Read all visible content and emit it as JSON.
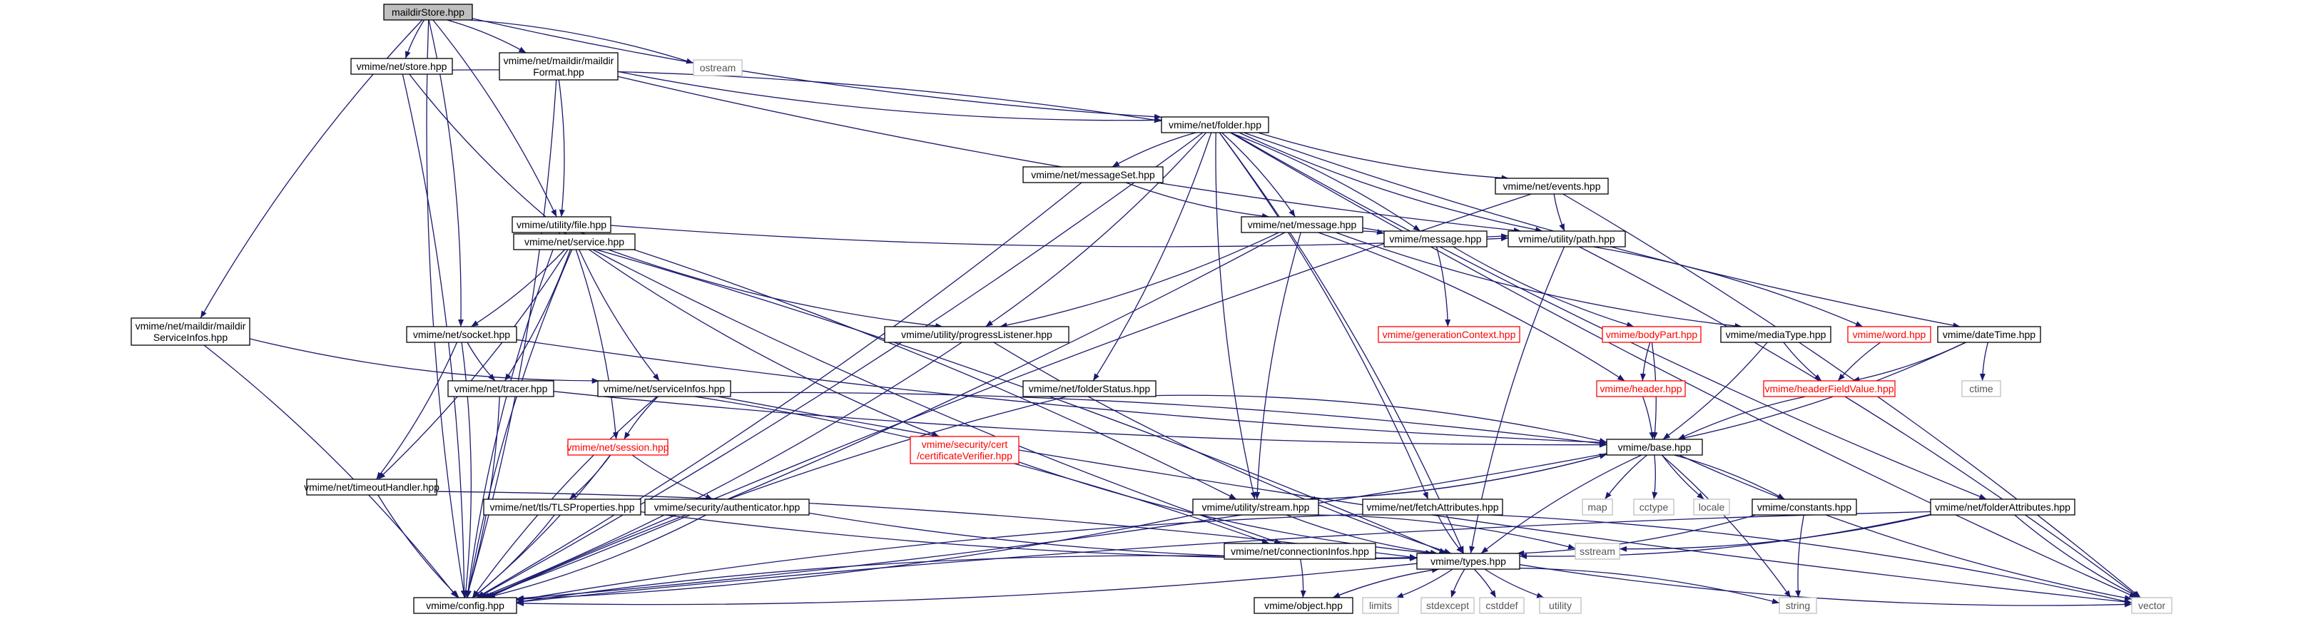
{
  "diagram": {
    "colors": {
      "edge": "#191970",
      "node_border": "#000000",
      "root_fill": "#bfbfbf",
      "missing_border": "#bfbfbf",
      "truncated_border": "#ff0000"
    },
    "nodes": [
      {
        "id": "maildirStore",
        "lines": [
          "maildirStore.hpp"
        ],
        "kind": "root"
      },
      {
        "id": "ostream",
        "lines": [
          "ostream"
        ],
        "kind": "missing"
      },
      {
        "id": "store",
        "lines": [
          "vmime/net/store.hpp"
        ],
        "kind": "normal"
      },
      {
        "id": "maildirFormat",
        "lines": [
          "vmime/net/maildir/maildir",
          "Format.hpp"
        ],
        "kind": "normal"
      },
      {
        "id": "folder",
        "lines": [
          "vmime/net/folder.hpp"
        ],
        "kind": "normal"
      },
      {
        "id": "messageSet",
        "lines": [
          "vmime/net/messageSet.hpp"
        ],
        "kind": "normal"
      },
      {
        "id": "utilFile",
        "lines": [
          "vmime/utility/file.hpp"
        ],
        "kind": "normal"
      },
      {
        "id": "netMessage",
        "lines": [
          "vmime/net/message.hpp"
        ],
        "kind": "normal"
      },
      {
        "id": "events",
        "lines": [
          "vmime/net/events.hpp"
        ],
        "kind": "normal"
      },
      {
        "id": "service",
        "lines": [
          "vmime/net/service.hpp"
        ],
        "kind": "normal"
      },
      {
        "id": "message",
        "lines": [
          "vmime/message.hpp"
        ],
        "kind": "normal"
      },
      {
        "id": "path",
        "lines": [
          "vmime/utility/path.hpp"
        ],
        "kind": "normal"
      },
      {
        "id": "serviceInfosMaildir",
        "lines": [
          "vmime/net/maildir/maildir",
          "ServiceInfos.hpp"
        ],
        "kind": "normal"
      },
      {
        "id": "socket",
        "lines": [
          "vmime/net/socket.hpp"
        ],
        "kind": "normal"
      },
      {
        "id": "progressListener",
        "lines": [
          "vmime/utility/progressListener.hpp"
        ],
        "kind": "normal"
      },
      {
        "id": "generationContext",
        "lines": [
          "vmime/generationContext.hpp"
        ],
        "kind": "truncated"
      },
      {
        "id": "bodyPart",
        "lines": [
          "vmime/bodyPart.hpp"
        ],
        "kind": "truncated"
      },
      {
        "id": "mediaType",
        "lines": [
          "vmime/mediaType.hpp"
        ],
        "kind": "normal"
      },
      {
        "id": "word",
        "lines": [
          "vmime/word.hpp"
        ],
        "kind": "truncated"
      },
      {
        "id": "dateTime",
        "lines": [
          "vmime/dateTime.hpp"
        ],
        "kind": "normal"
      },
      {
        "id": "tracer",
        "lines": [
          "vmime/net/tracer.hpp"
        ],
        "kind": "normal"
      },
      {
        "id": "serviceInfos",
        "lines": [
          "vmime/net/serviceInfos.hpp"
        ],
        "kind": "normal"
      },
      {
        "id": "folderStatus",
        "lines": [
          "vmime/net/folderStatus.hpp"
        ],
        "kind": "normal"
      },
      {
        "id": "header",
        "lines": [
          "vmime/header.hpp"
        ],
        "kind": "truncated"
      },
      {
        "id": "headerFieldValue",
        "lines": [
          "vmime/headerFieldValue.hpp"
        ],
        "kind": "truncated"
      },
      {
        "id": "ctime",
        "lines": [
          "ctime"
        ],
        "kind": "missing"
      },
      {
        "id": "session",
        "lines": [
          "vmime/net/session.hpp"
        ],
        "kind": "truncated"
      },
      {
        "id": "certVerifier",
        "lines": [
          "vmime/security/cert",
          "/certificateVerifier.hpp"
        ],
        "kind": "truncated"
      },
      {
        "id": "timeoutHandler",
        "lines": [
          "vmime/net/timeoutHandler.hpp"
        ],
        "kind": "normal"
      },
      {
        "id": "base",
        "lines": [
          "vmime/base.hpp"
        ],
        "kind": "normal"
      },
      {
        "id": "tlsProps",
        "lines": [
          "vmime/net/tls/TLSProperties.hpp"
        ],
        "kind": "normal"
      },
      {
        "id": "authenticator",
        "lines": [
          "vmime/security/authenticator.hpp"
        ],
        "kind": "normal"
      },
      {
        "id": "stream",
        "lines": [
          "vmime/utility/stream.hpp"
        ],
        "kind": "normal"
      },
      {
        "id": "fetchAttributes",
        "lines": [
          "vmime/net/fetchAttributes.hpp"
        ],
        "kind": "normal"
      },
      {
        "id": "map",
        "lines": [
          "map"
        ],
        "kind": "missing"
      },
      {
        "id": "cctype",
        "lines": [
          "cctype"
        ],
        "kind": "missing"
      },
      {
        "id": "locale",
        "lines": [
          "locale"
        ],
        "kind": "missing"
      },
      {
        "id": "constants",
        "lines": [
          "vmime/constants.hpp"
        ],
        "kind": "normal"
      },
      {
        "id": "folderAttributes",
        "lines": [
          "vmime/net/folderAttributes.hpp"
        ],
        "kind": "normal"
      },
      {
        "id": "connectionInfos",
        "lines": [
          "vmime/net/connectionInfos.hpp"
        ],
        "kind": "normal"
      },
      {
        "id": "sstream",
        "lines": [
          "sstream"
        ],
        "kind": "missing"
      },
      {
        "id": "types",
        "lines": [
          "vmime/types.hpp"
        ],
        "kind": "normal"
      },
      {
        "id": "config",
        "lines": [
          "vmime/config.hpp"
        ],
        "kind": "normal"
      },
      {
        "id": "object",
        "lines": [
          "vmime/object.hpp"
        ],
        "kind": "normal"
      },
      {
        "id": "limits",
        "lines": [
          "limits"
        ],
        "kind": "missing"
      },
      {
        "id": "stdexcept",
        "lines": [
          "stdexcept"
        ],
        "kind": "missing"
      },
      {
        "id": "cstddef",
        "lines": [
          "cstddef"
        ],
        "kind": "missing"
      },
      {
        "id": "utility",
        "lines": [
          "utility"
        ],
        "kind": "missing"
      },
      {
        "id": "string",
        "lines": [
          "string"
        ],
        "kind": "missing"
      },
      {
        "id": "vector",
        "lines": [
          "vector"
        ],
        "kind": "missing"
      }
    ],
    "edges": [
      [
        "maildirStore",
        "ostream"
      ],
      [
        "maildirStore",
        "store"
      ],
      [
        "maildirStore",
        "maildirFormat"
      ],
      [
        "maildirStore",
        "folder"
      ],
      [
        "maildirStore",
        "utilFile"
      ],
      [
        "maildirStore",
        "serviceInfosMaildir"
      ],
      [
        "maildirStore",
        "socket"
      ],
      [
        "maildirStore",
        "config"
      ],
      [
        "store",
        "folder"
      ],
      [
        "store",
        "service"
      ],
      [
        "store",
        "config"
      ],
      [
        "maildirFormat",
        "folder"
      ],
      [
        "maildirFormat",
        "utilFile"
      ],
      [
        "maildirFormat",
        "path"
      ],
      [
        "maildirFormat",
        "config"
      ],
      [
        "folder",
        "messageSet"
      ],
      [
        "folder",
        "netMessage"
      ],
      [
        "folder",
        "events"
      ],
      [
        "folder",
        "message"
      ],
      [
        "folder",
        "path"
      ],
      [
        "folder",
        "progressListener"
      ],
      [
        "folder",
        "dateTime"
      ],
      [
        "folder",
        "folderStatus"
      ],
      [
        "folder",
        "stream"
      ],
      [
        "folder",
        "fetchAttributes"
      ],
      [
        "folder",
        "folderAttributes"
      ],
      [
        "folder",
        "types"
      ],
      [
        "folder",
        "vector"
      ],
      [
        "folder",
        "config"
      ],
      [
        "messageSet",
        "netMessage"
      ],
      [
        "messageSet",
        "config"
      ],
      [
        "utilFile",
        "path"
      ],
      [
        "utilFile",
        "stream"
      ],
      [
        "utilFile",
        "config"
      ],
      [
        "netMessage",
        "message"
      ],
      [
        "netMessage",
        "path"
      ],
      [
        "netMessage",
        "progressListener"
      ],
      [
        "netMessage",
        "mediaType"
      ],
      [
        "netMessage",
        "header"
      ],
      [
        "netMessage",
        "stream"
      ],
      [
        "netMessage",
        "config"
      ],
      [
        "events",
        "path"
      ],
      [
        "events",
        "vector"
      ],
      [
        "events",
        "config"
      ],
      [
        "service",
        "socket"
      ],
      [
        "service",
        "progressListener"
      ],
      [
        "service",
        "tracer"
      ],
      [
        "service",
        "serviceInfos"
      ],
      [
        "service",
        "session"
      ],
      [
        "service",
        "certVerifier"
      ],
      [
        "service",
        "timeoutHandler"
      ],
      [
        "service",
        "connectionInfos"
      ],
      [
        "service",
        "types"
      ],
      [
        "service",
        "config"
      ],
      [
        "message",
        "generationContext"
      ],
      [
        "message",
        "bodyPart"
      ],
      [
        "path",
        "word"
      ],
      [
        "path",
        "types"
      ],
      [
        "path",
        "vector"
      ],
      [
        "serviceInfosMaildir",
        "serviceInfos"
      ],
      [
        "serviceInfosMaildir",
        "config"
      ],
      [
        "socket",
        "tracer"
      ],
      [
        "socket",
        "timeoutHandler"
      ],
      [
        "socket",
        "base"
      ],
      [
        "socket",
        "config"
      ],
      [
        "progressListener",
        "types"
      ],
      [
        "progressListener",
        "config"
      ],
      [
        "bodyPart",
        "header"
      ],
      [
        "bodyPart",
        "base"
      ],
      [
        "mediaType",
        "headerFieldValue"
      ],
      [
        "mediaType",
        "base"
      ],
      [
        "word",
        "headerFieldValue"
      ],
      [
        "dateTime",
        "headerFieldValue"
      ],
      [
        "dateTime",
        "ctime"
      ],
      [
        "dateTime",
        "base"
      ],
      [
        "tracer",
        "base"
      ],
      [
        "tracer",
        "config"
      ],
      [
        "serviceInfos",
        "session"
      ],
      [
        "serviceInfos",
        "base"
      ],
      [
        "serviceInfos",
        "vector"
      ],
      [
        "serviceInfos",
        "connectionInfos"
      ],
      [
        "serviceInfos",
        "config"
      ],
      [
        "folderStatus",
        "base"
      ],
      [
        "folderStatus",
        "config"
      ],
      [
        "header",
        "base"
      ],
      [
        "headerFieldValue",
        "base"
      ],
      [
        "session",
        "tlsProps"
      ],
      [
        "session",
        "authenticator"
      ],
      [
        "session",
        "config"
      ],
      [
        "certVerifier",
        "types"
      ],
      [
        "timeoutHandler",
        "types"
      ],
      [
        "timeoutHandler",
        "config"
      ],
      [
        "base",
        "stream"
      ],
      [
        "base",
        "map"
      ],
      [
        "base",
        "cctype"
      ],
      [
        "base",
        "locale"
      ],
      [
        "base",
        "constants"
      ],
      [
        "base",
        "types"
      ],
      [
        "base",
        "string"
      ],
      [
        "base",
        "vector"
      ],
      [
        "base",
        "config"
      ],
      [
        "tlsProps",
        "types"
      ],
      [
        "tlsProps",
        "config"
      ],
      [
        "authenticator",
        "types"
      ],
      [
        "authenticator",
        "config"
      ],
      [
        "stream",
        "base"
      ],
      [
        "stream",
        "sstream"
      ],
      [
        "stream",
        "types"
      ],
      [
        "stream",
        "config"
      ],
      [
        "fetchAttributes",
        "types"
      ],
      [
        "fetchAttributes",
        "vector"
      ],
      [
        "fetchAttributes",
        "config"
      ],
      [
        "constants",
        "types"
      ],
      [
        "constants",
        "string"
      ],
      [
        "folderAttributes",
        "types"
      ],
      [
        "folderAttributes",
        "vector"
      ],
      [
        "folderAttributes",
        "sstream"
      ],
      [
        "folderAttributes",
        "config"
      ],
      [
        "connectionInfos",
        "object"
      ],
      [
        "connectionInfos",
        "config"
      ],
      [
        "types",
        "config"
      ],
      [
        "types",
        "object"
      ],
      [
        "types",
        "limits"
      ],
      [
        "types",
        "stdexcept"
      ],
      [
        "types",
        "cstddef"
      ],
      [
        "types",
        "utility"
      ],
      [
        "types",
        "string"
      ],
      [
        "types",
        "vector"
      ],
      [
        "object",
        "types"
      ]
    ]
  }
}
